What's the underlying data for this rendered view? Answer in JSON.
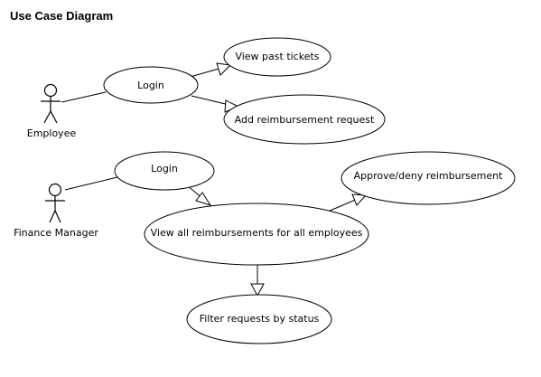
{
  "diagram": {
    "title": "Use Case Diagram",
    "actors": [
      {
        "id": "employee",
        "label": "Employee"
      },
      {
        "id": "finance",
        "label": "Finance Manager"
      }
    ],
    "use_cases": [
      {
        "id": "login1",
        "label": "Login"
      },
      {
        "id": "view_past",
        "label": "View past tickets"
      },
      {
        "id": "add_reimb",
        "label": "Add reimbursement request"
      },
      {
        "id": "login2",
        "label": "Login"
      },
      {
        "id": "view_all",
        "label": "View all reimbursements for all employees"
      },
      {
        "id": "approve",
        "label": "Approve/deny reimbursement"
      },
      {
        "id": "filter",
        "label": "Filter requests by status"
      }
    ],
    "relationships": [
      {
        "from": "employee",
        "to": "login1",
        "type": "association"
      },
      {
        "from": "login1",
        "to": "view_past",
        "type": "directed"
      },
      {
        "from": "login1",
        "to": "add_reimb",
        "type": "directed"
      },
      {
        "from": "finance",
        "to": "login2",
        "type": "association"
      },
      {
        "from": "login2",
        "to": "view_all",
        "type": "directed"
      },
      {
        "from": "view_all",
        "to": "approve",
        "type": "directed"
      },
      {
        "from": "view_all",
        "to": "filter",
        "type": "directed"
      }
    ]
  }
}
